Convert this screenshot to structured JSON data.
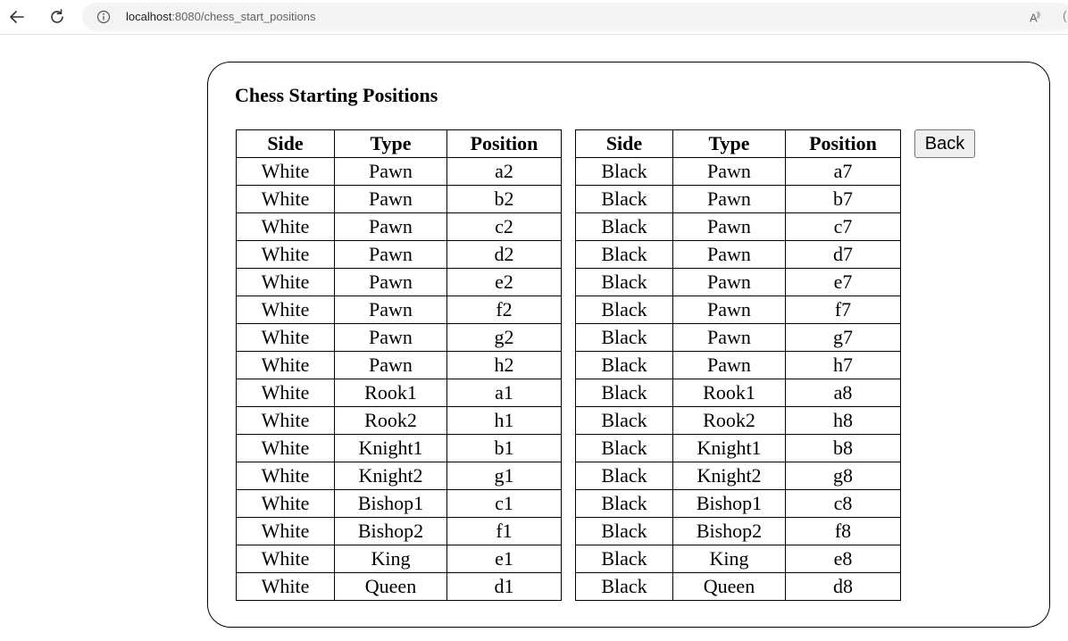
{
  "browser": {
    "url_host": "localhost",
    "url_rest": ":8080/chess_start_positions"
  },
  "page": {
    "title": "Chess Starting Positions",
    "back_label": "Back"
  },
  "tables": [
    {
      "headers": [
        "Side",
        "Type",
        "Position"
      ],
      "rows": [
        [
          "White",
          "Pawn",
          "a2"
        ],
        [
          "White",
          "Pawn",
          "b2"
        ],
        [
          "White",
          "Pawn",
          "c2"
        ],
        [
          "White",
          "Pawn",
          "d2"
        ],
        [
          "White",
          "Pawn",
          "e2"
        ],
        [
          "White",
          "Pawn",
          "f2"
        ],
        [
          "White",
          "Pawn",
          "g2"
        ],
        [
          "White",
          "Pawn",
          "h2"
        ],
        [
          "White",
          "Rook1",
          "a1"
        ],
        [
          "White",
          "Rook2",
          "h1"
        ],
        [
          "White",
          "Knight1",
          "b1"
        ],
        [
          "White",
          "Knight2",
          "g1"
        ],
        [
          "White",
          "Bishop1",
          "c1"
        ],
        [
          "White",
          "Bishop2",
          "f1"
        ],
        [
          "White",
          "King",
          "e1"
        ],
        [
          "White",
          "Queen",
          "d1"
        ]
      ]
    },
    {
      "headers": [
        "Side",
        "Type",
        "Position"
      ],
      "rows": [
        [
          "Black",
          "Pawn",
          "a7"
        ],
        [
          "Black",
          "Pawn",
          "b7"
        ],
        [
          "Black",
          "Pawn",
          "c7"
        ],
        [
          "Black",
          "Pawn",
          "d7"
        ],
        [
          "Black",
          "Pawn",
          "e7"
        ],
        [
          "Black",
          "Pawn",
          "f7"
        ],
        [
          "Black",
          "Pawn",
          "g7"
        ],
        [
          "Black",
          "Pawn",
          "h7"
        ],
        [
          "Black",
          "Rook1",
          "a8"
        ],
        [
          "Black",
          "Rook2",
          "h8"
        ],
        [
          "Black",
          "Knight1",
          "b8"
        ],
        [
          "Black",
          "Knight2",
          "g8"
        ],
        [
          "Black",
          "Bishop1",
          "c8"
        ],
        [
          "Black",
          "Bishop2",
          "f8"
        ],
        [
          "Black",
          "King",
          "e8"
        ],
        [
          "Black",
          "Queen",
          "d8"
        ]
      ]
    }
  ]
}
